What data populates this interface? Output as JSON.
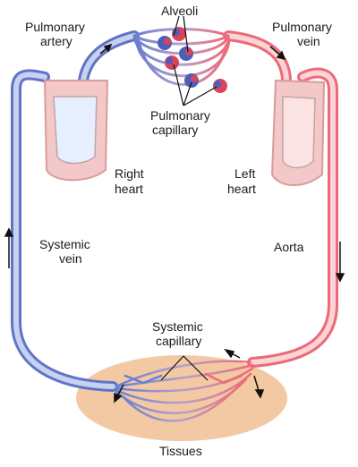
{
  "labels": {
    "alveoli": "Alveoli",
    "pulmonary_artery_1": "Pulmonary",
    "pulmonary_artery_2": "artery",
    "pulmonary_vein_1": "Pulmonary",
    "pulmonary_vein_2": "vein",
    "pulmonary_capillary_1": "Pulmonary",
    "pulmonary_capillary_2": "capillary",
    "right_heart_1": "Right",
    "right_heart_2": "heart",
    "left_heart_1": "Left",
    "left_heart_2": "heart",
    "systemic_vein_1": "Systemic",
    "systemic_vein_2": "vein",
    "aorta": "Aorta",
    "systemic_capillary_1": "Systemic",
    "systemic_capillary_2": "capillary",
    "tissues": "Tissues"
  },
  "colors": {
    "venous_blue": "#8c9fd8",
    "venous_blue_dark": "#4a5fb4",
    "arterial_red": "#f08a8f",
    "arterial_red_dark": "#e0334a",
    "heart_tissue": "#f3c8c8",
    "tissue_bed": "#f2c9a2",
    "alveolus_blue": "#4c5fb8",
    "alveolus_red": "#d9435b"
  }
}
